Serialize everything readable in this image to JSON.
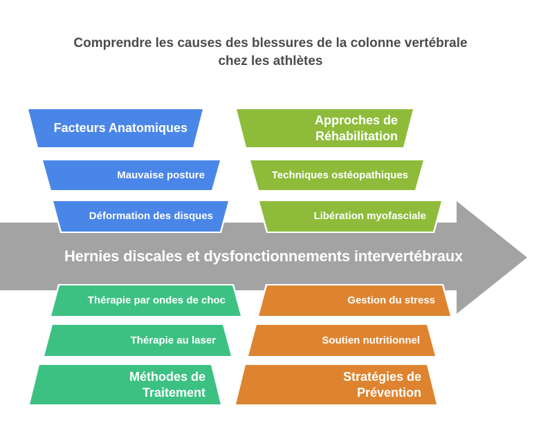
{
  "title": {
    "line1": "Comprendre les causes des blessures de la colonne vertébrale",
    "line2": "chez les athlètes"
  },
  "arrow": {
    "label": "Hernies discales et dysfonctionnements intervertébraux",
    "color": "#a3a3a3"
  },
  "sections": {
    "anatomical": {
      "color": "#4a86e8",
      "position": "top-left",
      "header": {
        "lines": [
          "Facteurs Anatomiques"
        ]
      },
      "items": [
        "Mauvaise posture",
        "Déformation des disques"
      ]
    },
    "rehabilitation": {
      "color": "#8ebc3a",
      "position": "top-right",
      "header": {
        "lines": [
          "Approches de",
          "Réhabilitation"
        ]
      },
      "items": [
        "Techniques ostéopathiques",
        "Libération myofasciale"
      ]
    },
    "treatment": {
      "color": "#3cc183",
      "position": "bottom-left",
      "header": {
        "lines": [
          "Méthodes de",
          "Traitement"
        ]
      },
      "items": [
        "Thérapie par ondes de choc",
        "Thérapie au laser"
      ]
    },
    "prevention": {
      "color": "#de8430",
      "position": "bottom-right",
      "header": {
        "lines": [
          "Stratégies de",
          "Prévention"
        ]
      },
      "items": [
        "Gestion du stress",
        "Soutien nutritionnel"
      ]
    }
  }
}
